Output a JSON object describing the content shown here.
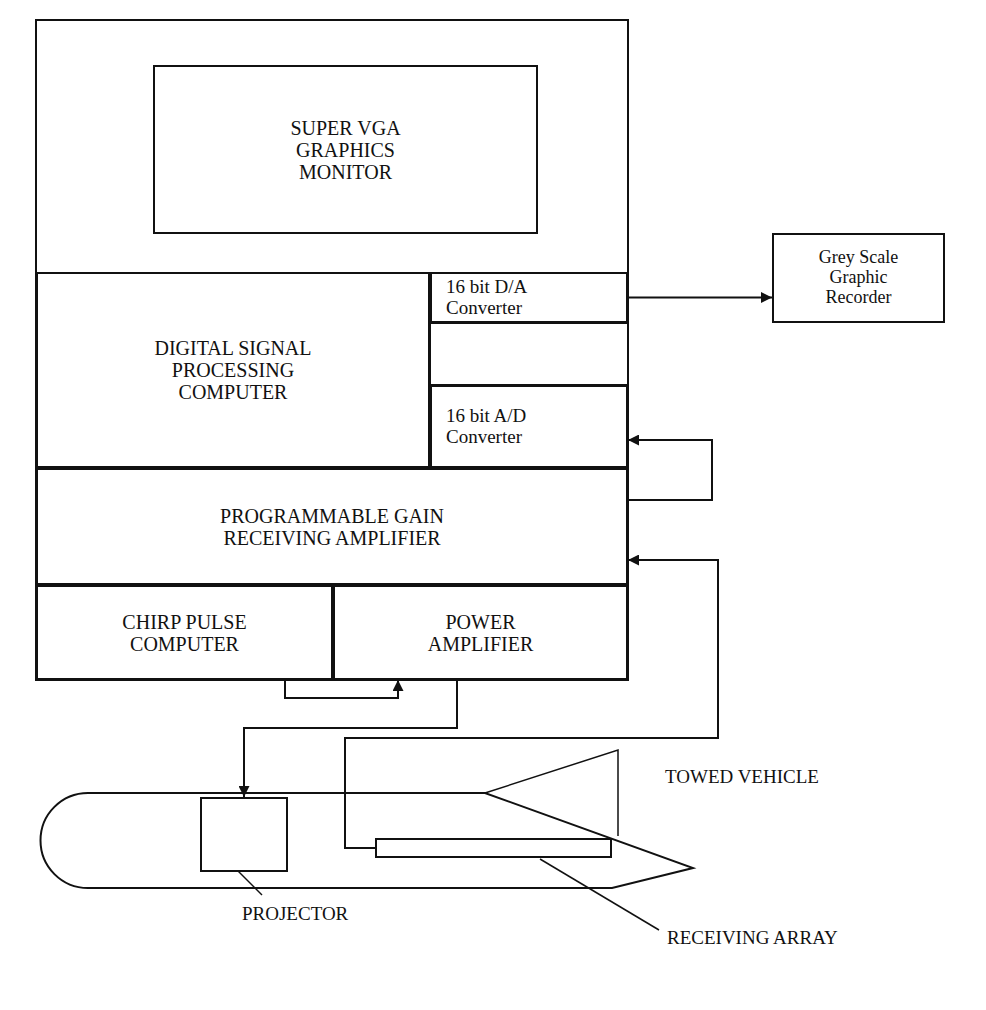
{
  "diagram": {
    "nodes": [
      {
        "text": [
          "SUPER VGA GRAPHICS MONITOR"
        ]
      },
      {
        "text": [
          "DIGITAL SIGNAL PROCESSING COMPUTER"
        ]
      },
      {
        "text": [
          "16 bit D/A Converter"
        ]
      },
      {
        "text": [
          "16 bit A/D Converter"
        ]
      },
      {
        "text": [
          "PROGRAMMABLE GAIN RECEIVING AMPLIFIER"
        ]
      },
      {
        "text": [
          "CHIRP PULSE COMPUTER"
        ]
      },
      {
        "text": [
          "POWER AMPLIFIER"
        ]
      },
      {
        "text": [
          "Grey Scale Graphic Recorder"
        ]
      },
      {
        "text": [
          "TOWED VEHICLE"
        ]
      },
      {
        "text": [
          "PROJECTOR"
        ],
        "in": 8
      },
      {
        "text": [
          "RECEIVING ARRAY"
        ],
        "in": 8
      }
    ],
    "edges": [
      {
        "from": 2,
        "to": 7,
        "arrow": "to"
      },
      {
        "from": 4,
        "to": 3,
        "arrow": "to"
      },
      {
        "from": 5,
        "to": 6,
        "arrow": "to"
      },
      {
        "from": 6,
        "to": 9,
        "arrow": "to"
      },
      {
        "from": 10,
        "to": 4,
        "arrow": "to"
      }
    ]
  }
}
